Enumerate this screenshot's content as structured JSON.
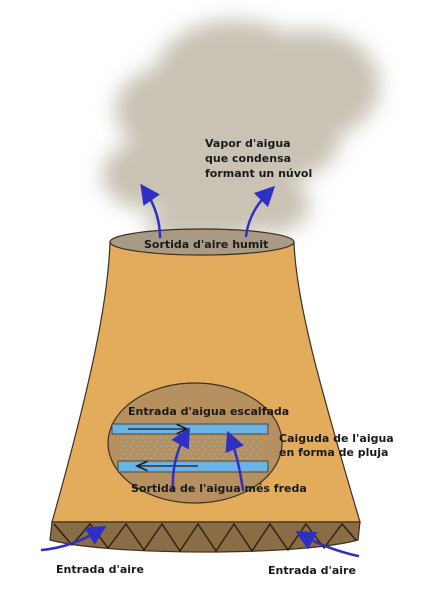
{
  "labels": {
    "vapor_line1": "Vapor d'aigua",
    "vapor_line2": "que condensa",
    "vapor_line3": "formant un núvol",
    "sortida_aire": "Sortida d'aire humit",
    "entrada_aigua": "Entrada d'aigua escalfada",
    "caiguda_line1": "Caiguda de l'aigua",
    "caiguda_line2": "en forma de pluja",
    "sortida_aigua": "Sortida de l'aigua més freda",
    "entrada_aire_left": "Entrada d'aire",
    "entrada_aire_right": "Entrada d'aire"
  },
  "colors": {
    "tower": "#e3ab5c",
    "tower_outline": "#3d3020",
    "steam": "#c9c2b5",
    "window": "#b79060",
    "water_pipe": "#6ab3e6",
    "droplets": "#7ab8c8",
    "arrows": "#2f2fc4",
    "base": "#8a6d44",
    "text": "#1a1a1a"
  }
}
